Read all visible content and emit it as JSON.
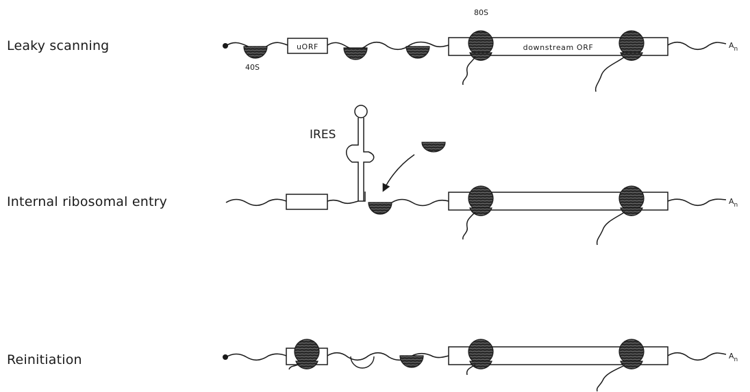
{
  "rows": [
    {
      "label": "Leaky scanning"
    },
    {
      "label": "Internal ribosomal entry"
    },
    {
      "label": "Reinitiation"
    }
  ],
  "annotations": {
    "subunit_40s": "40S",
    "ribosome_80s": "80S",
    "uorf": "uORF",
    "downstream_orf": "downstream ORF",
    "poly_a": "A",
    "poly_a_subscript": "n",
    "ires": "IRES"
  },
  "colors": {
    "line": "#1a1a1a",
    "ribosome_fill": "#2a2a2a",
    "background": "#ffffff"
  }
}
